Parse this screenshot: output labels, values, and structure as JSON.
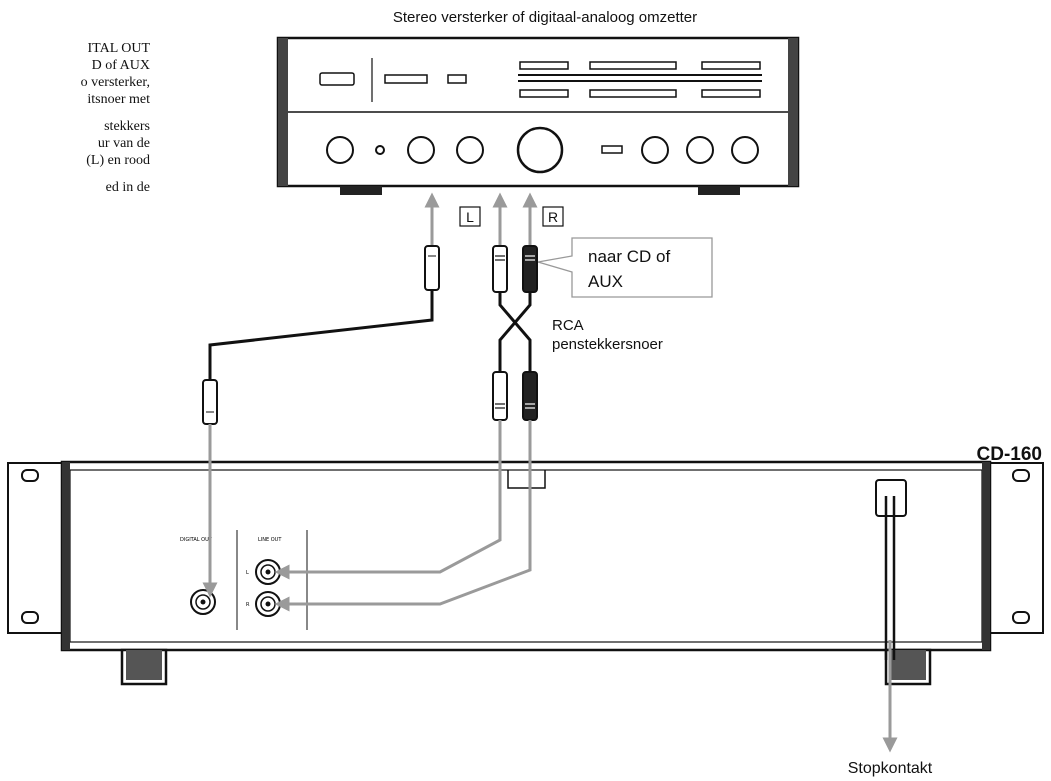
{
  "amplifier": {
    "title": "Stereo versterker of digitaal-analoog omzetter"
  },
  "labels": {
    "left_channel": "L",
    "right_channel": "R",
    "callout_line1": "naar CD of",
    "callout_line2": "AUX",
    "cable_line1": "RCA",
    "cable_line2": "penstekkersnoer",
    "power": "Stopkontakt"
  },
  "cd_player": {
    "model": "CD-160",
    "digital_out_label": "DIGITAL OUT",
    "line_out_label": "LINE OUT",
    "jack_l": "L",
    "jack_r": "R"
  },
  "side_text": {
    "lines": [
      "ITAL  OUT",
      "D  of  AUX",
      "o versterker,",
      "itsnoer met"
    ],
    "lines2": [
      "stekkers",
      "ur  van  de",
      "(L) en rood"
    ],
    "lines3": [
      "ed   in   de"
    ]
  }
}
